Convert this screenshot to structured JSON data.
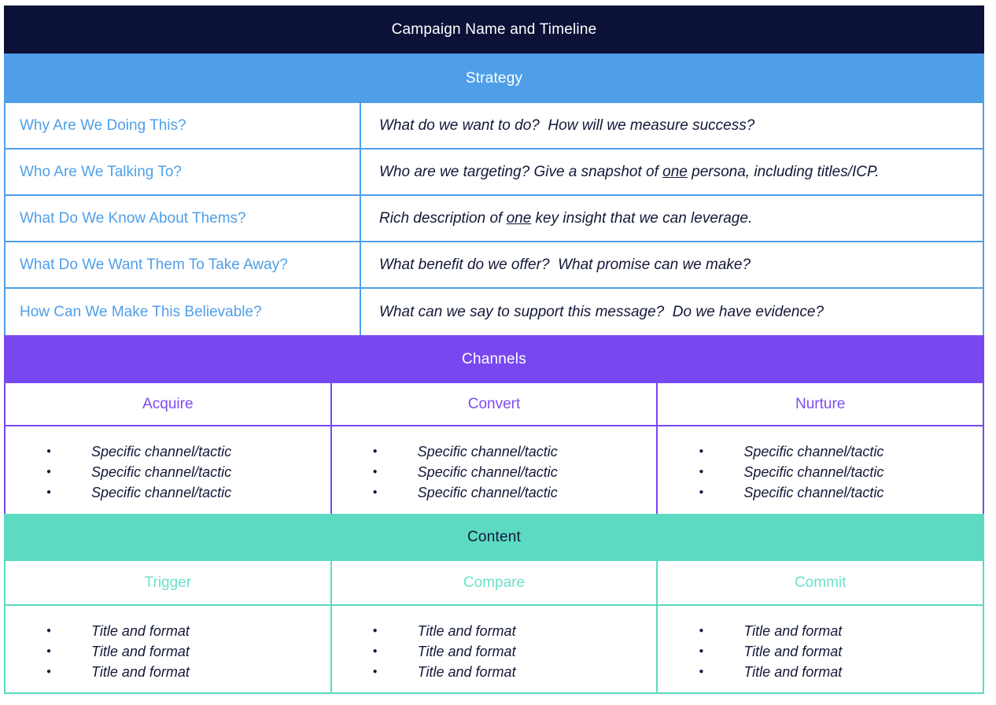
{
  "header": {
    "title": "Campaign Name and Timeline"
  },
  "strategy": {
    "title": "Strategy",
    "rows": [
      {
        "question": "Why Are We Doing This?",
        "answer_prefix": "What do we want to do?  How will we measure success?",
        "answer_underline": "",
        "answer_suffix": ""
      },
      {
        "question": "Who Are We Talking To?",
        "answer_prefix": "Who are we targeting? Give a snapshot of ",
        "answer_underline": "one",
        "answer_suffix": " persona, including titles/ICP."
      },
      {
        "question": "What Do We Know About Thems?",
        "answer_prefix": "Rich description of ",
        "answer_underline": "one",
        "answer_suffix": " key insight that we can leverage."
      },
      {
        "question": "What Do We Want Them To Take Away?",
        "answer_prefix": "What benefit do we offer?  What promise can we make?",
        "answer_underline": "",
        "answer_suffix": ""
      },
      {
        "question": "How Can We Make This Believable?",
        "answer_prefix": "What can we say to support this message?  Do we have evidence?",
        "answer_underline": "",
        "answer_suffix": ""
      }
    ]
  },
  "channels": {
    "title": "Channels",
    "bullet_glyph": "●",
    "columns": [
      {
        "label": "Acquire",
        "items": [
          "Specific channel/tactic",
          "Specific channel/tactic",
          "Specific channel/tactic"
        ]
      },
      {
        "label": "Convert",
        "items": [
          "Specific channel/tactic",
          "Specific channel/tactic",
          "Specific channel/tactic"
        ]
      },
      {
        "label": "Nurture",
        "items": [
          "Specific channel/tactic",
          "Specific channel/tactic",
          "Specific channel/tactic"
        ]
      }
    ]
  },
  "content": {
    "title": "Content",
    "bullet_glyph": "●",
    "columns": [
      {
        "label": "Trigger",
        "items": [
          "Title and format",
          "Title and format",
          "Title and format"
        ]
      },
      {
        "label": "Compare",
        "items": [
          "Title and format",
          "Title and format",
          "Title and format"
        ]
      },
      {
        "label": "Commit",
        "items": [
          "Title and format",
          "Title and format",
          "Title and format"
        ]
      }
    ]
  },
  "colors": {
    "navy": "#0C1137",
    "blue": "#4F9FE8",
    "purple": "#7847F0",
    "purple_text": "#7B4DF2",
    "teal": "#5CDBC2",
    "teal_text": "#6BE2C9",
    "body_text": "#131838"
  }
}
